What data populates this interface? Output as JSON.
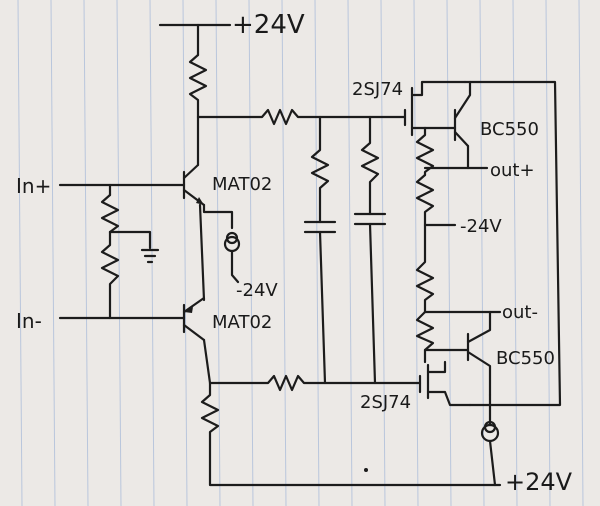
{
  "paper": {
    "color": "#ece9e6",
    "rule_color": "#b9c6dc",
    "ink_color": "#1c1c1c"
  },
  "labels": {
    "supply_top": "+24V",
    "input_plus": "In+",
    "input_minus": "In-",
    "q1_part": "MAT02",
    "q2_part": "MAT02",
    "q3_part": "2SJ74",
    "q4_part": "BC550",
    "output_plus": "out+",
    "neg_supply_mid": "-24V",
    "neg_supply_left": "-24V",
    "output_minus": "out-",
    "q5_part": "BC550",
    "q6_part": "2SJ74",
    "supply_bottom": "+24V"
  }
}
